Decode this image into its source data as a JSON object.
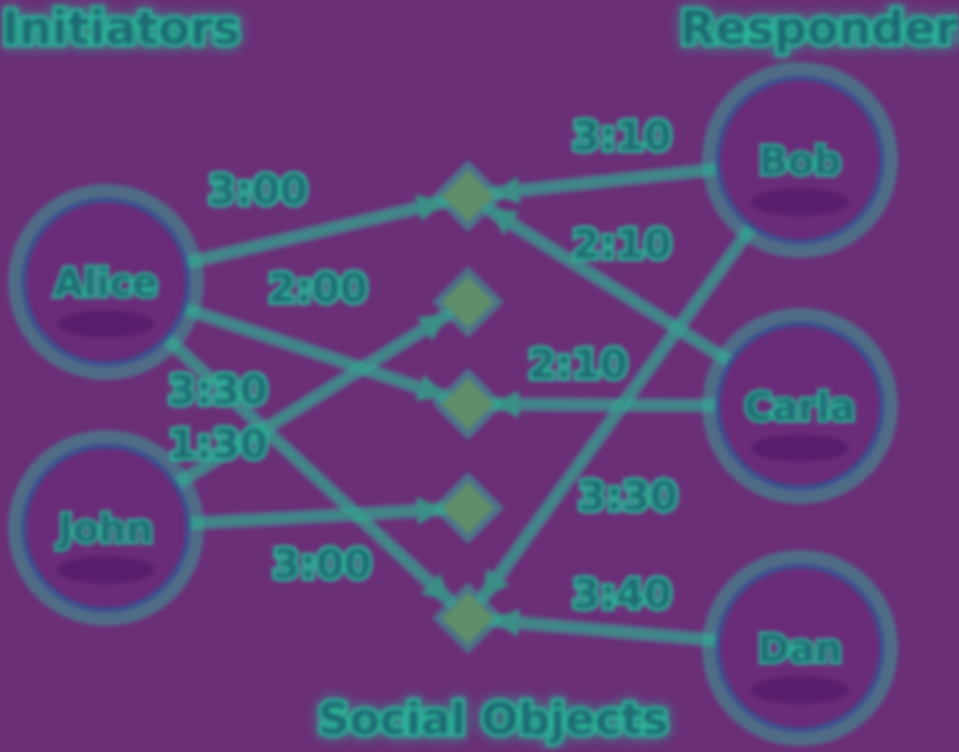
{
  "headings": {
    "left": "Initiators",
    "right": "Responders",
    "bottom": "Social Objects"
  },
  "initiators": [
    {
      "id": "alice",
      "label": "Alice"
    },
    {
      "id": "john",
      "label": "John"
    }
  ],
  "responders": [
    {
      "id": "bob",
      "label": "Bob"
    },
    {
      "id": "carla",
      "label": "Carla"
    },
    {
      "id": "dan",
      "label": "Dan"
    }
  ],
  "social_objects": [
    "so1",
    "so2",
    "so3",
    "so4",
    "so5"
  ],
  "edges": [
    {
      "from": "alice",
      "to": "so1",
      "label": "3:00"
    },
    {
      "from": "alice",
      "to": "so3",
      "label": "2:00"
    },
    {
      "from": "alice",
      "to": "so5",
      "label": "3:30"
    },
    {
      "from": "john",
      "to": "so2",
      "label": "1:30"
    },
    {
      "from": "john",
      "to": "so4",
      "label": "3:00"
    },
    {
      "from": "bob",
      "to": "so1",
      "label": "3:10"
    },
    {
      "from": "carla",
      "to": "so1",
      "label": "2:10"
    },
    {
      "from": "carla",
      "to": "so3",
      "label": "2:10"
    },
    {
      "from": "bob",
      "to": "so5",
      "label": "3:30"
    },
    {
      "from": "dan",
      "to": "so5",
      "label": "3:40"
    }
  ],
  "colors": {
    "background": "#6b2f78",
    "glow": "#2fb89a",
    "edge": "#3b8f86",
    "node_ring": "#3a4f8f",
    "node_fill": "#6a2c78",
    "node_inner": "#5a1f6c",
    "diamond": "#5e8f6a",
    "text": "#1f6b72"
  }
}
